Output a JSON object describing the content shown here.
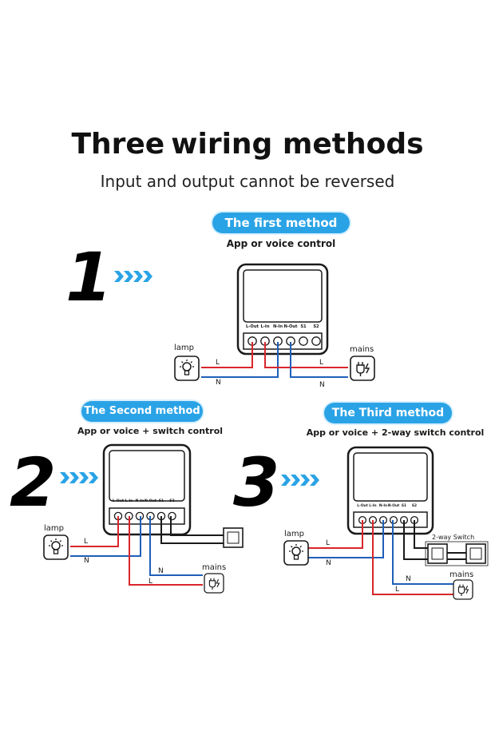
{
  "title": {
    "part1": "Three",
    "part2": "wiring methods"
  },
  "subtitle": "Input and output cannot be reversed",
  "terminals": [
    "L-Out",
    "L-In",
    "N-In",
    "N-Out",
    "S1",
    "S2"
  ],
  "wires": {
    "live": "L",
    "neutral": "N"
  },
  "colors": {
    "accent": "#2aa3e6",
    "live": "#d9262b",
    "neutral": "#1f5fb8",
    "switch": "#1a1a1a"
  },
  "methods": [
    {
      "number": "1",
      "heading": "The first method",
      "caption": "App or voice control",
      "load_label": "lamp",
      "source_label": "mains"
    },
    {
      "number": "2",
      "heading": "The Second method",
      "caption": "App or voice + switch control",
      "load_label": "lamp",
      "source_label": "mains"
    },
    {
      "number": "3",
      "heading": "The  Third  method",
      "caption": "App or voice + 2-way switch control",
      "load_label": "lamp",
      "source_label": "mains",
      "switch_label": "2-way Switch"
    }
  ]
}
